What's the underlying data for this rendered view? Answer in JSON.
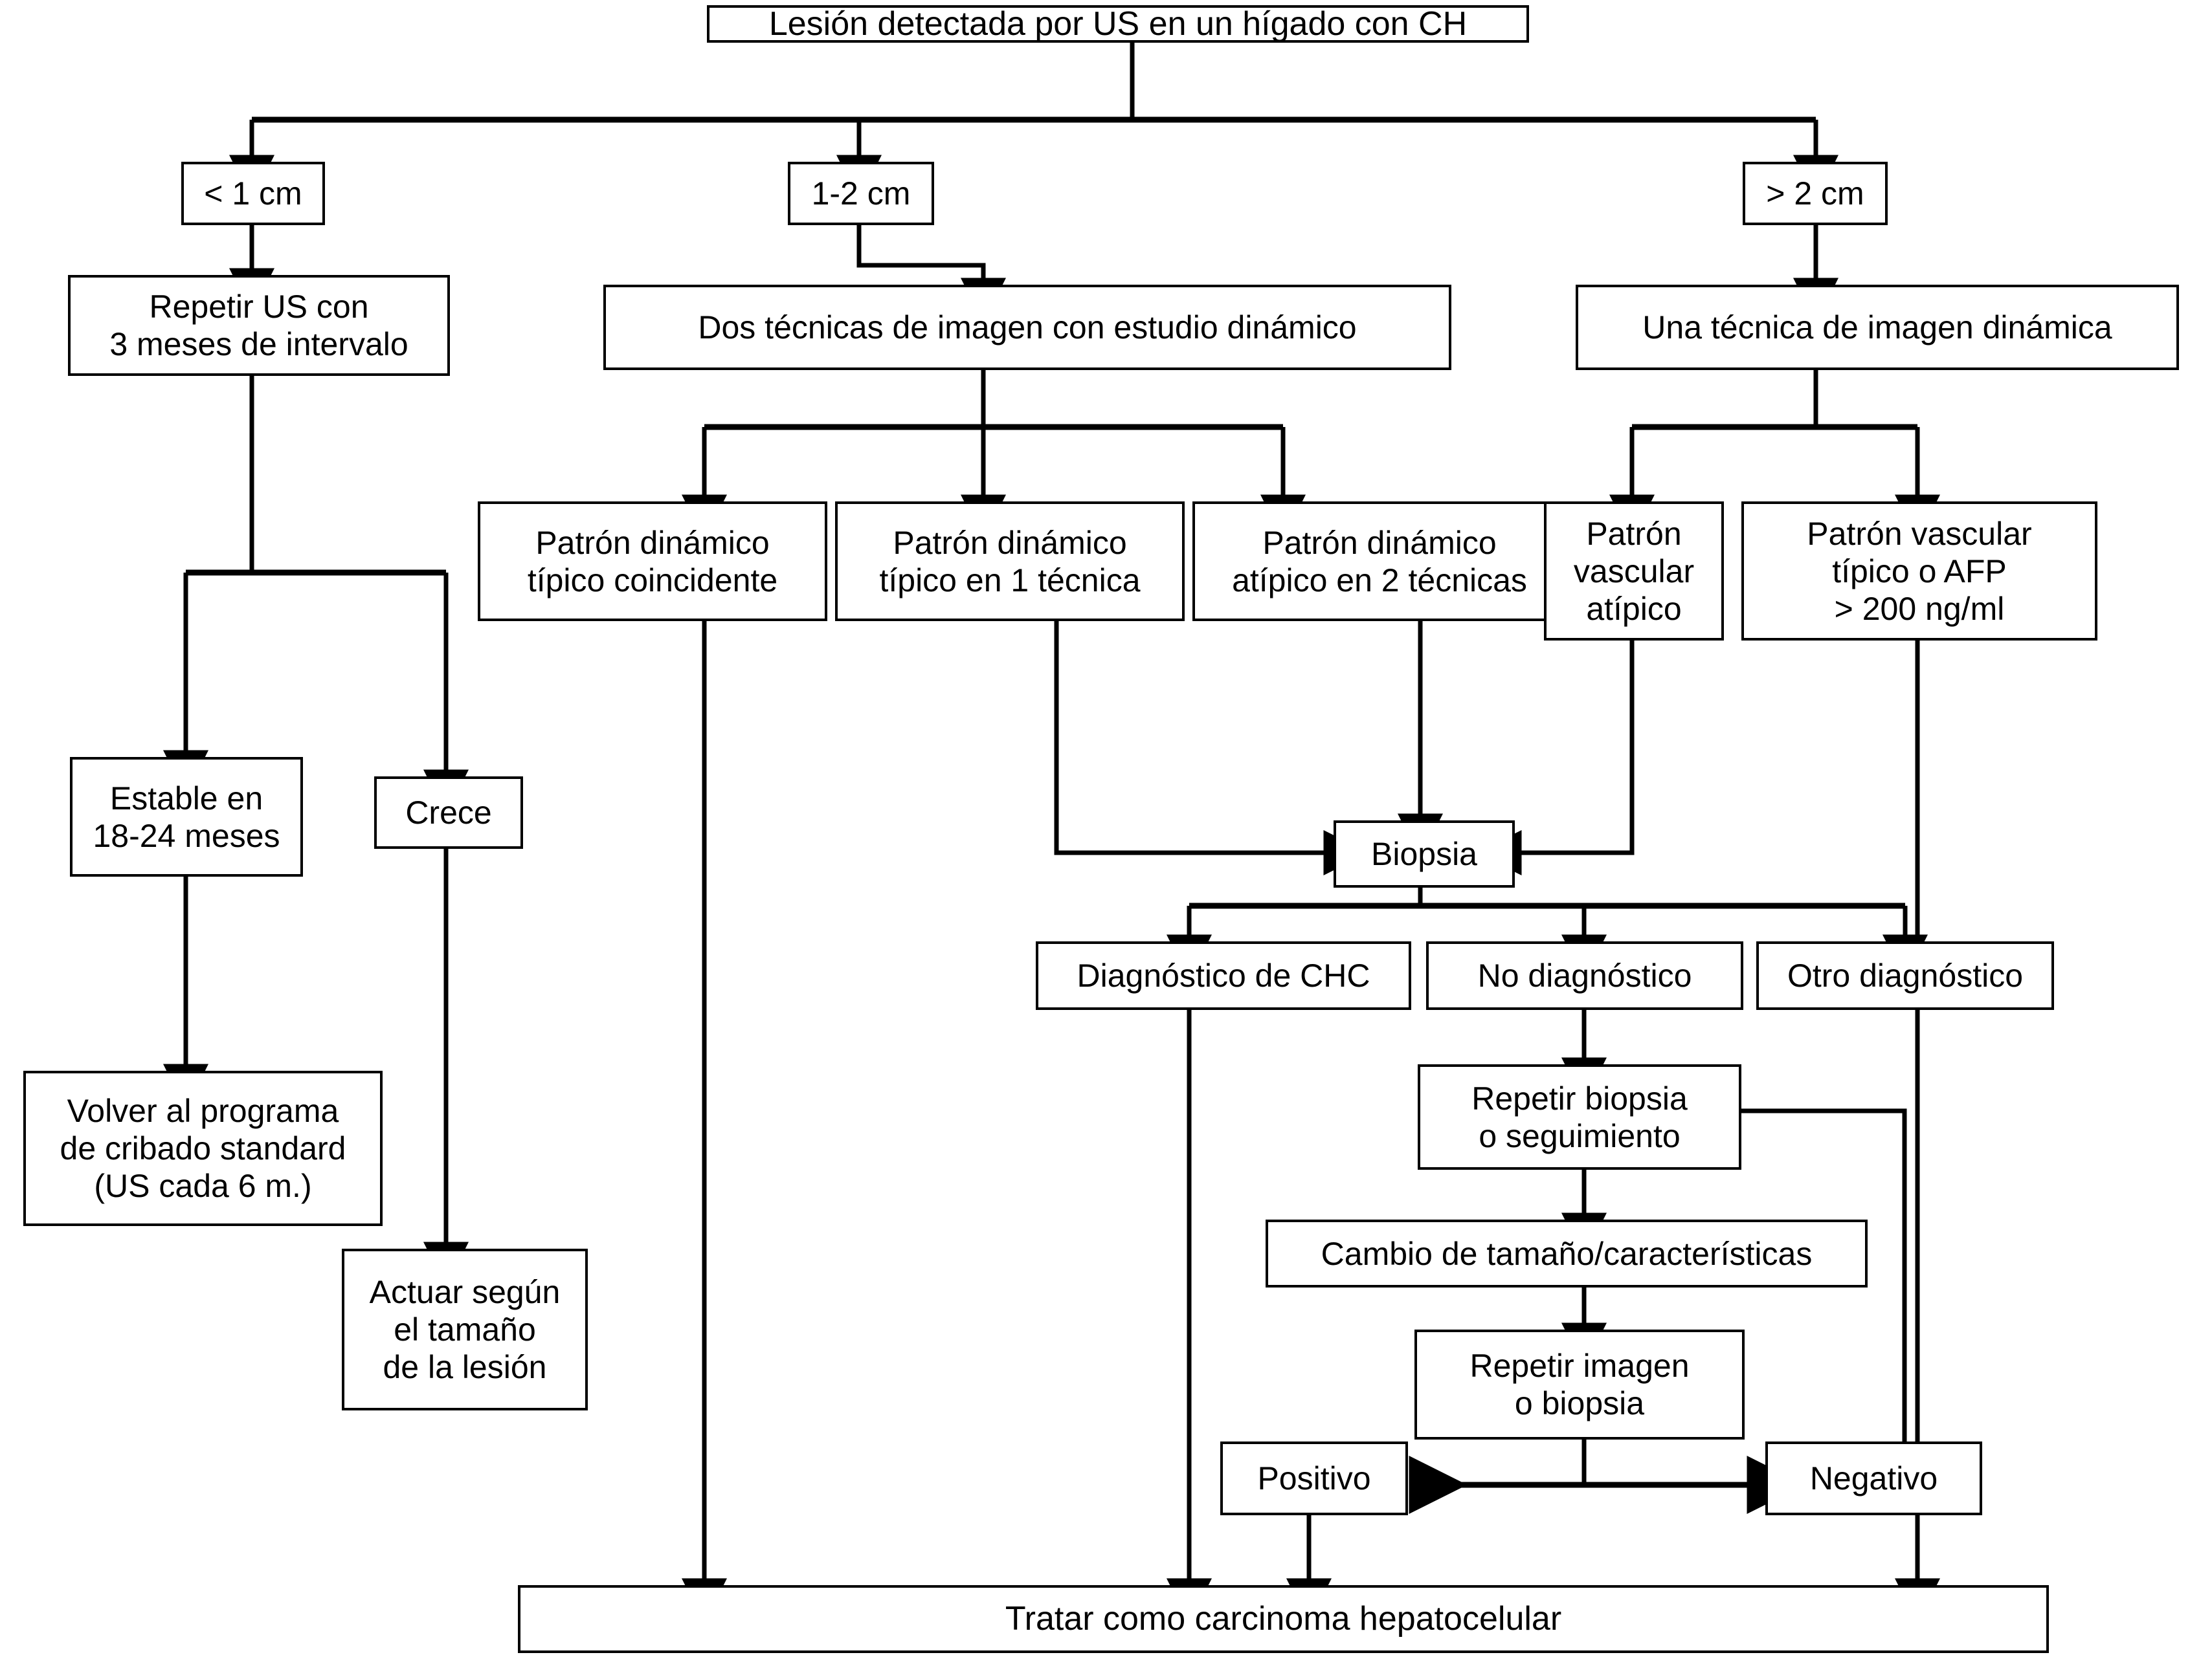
{
  "diagram": {
    "title": "Algoritmo diagnóstico de lesión hepática en hígado con cirrosis",
    "language": "es",
    "line_color": "#000000",
    "box_fill": "#ffffff",
    "text_color": "#000000",
    "nodes": {
      "root": "Lesión detectada por US en un hígado con CH",
      "size_lt1": "< 1 cm",
      "size_1_2": "1-2 cm",
      "size_gt2": "> 2 cm",
      "repetir_us": "Repetir US con\n3 meses de intervalo",
      "dos_tecnicas": "Dos técnicas de imagen con estudio dinámico",
      "una_tecnica": "Una técnica de imagen dinámica",
      "patron_coincidente": "Patrón dinámico\ntípico coincidente",
      "patron_1_tecnica": "Patrón dinámico\ntípico en 1 técnica",
      "patron_atipico_2": "Patrón dinámico\natípico en 2 técnicas",
      "patron_vascular_atipico": "Patrón\nvascular\natípico",
      "patron_vascular_tipico": "Patrón vascular\ntípico o AFP\n> 200 ng/ml",
      "estable": "Estable en\n18-24 meses",
      "crece": "Crece",
      "volver_programa": "Volver al programa\nde cribado standard\n(US cada 6 m.)",
      "actuar_segun": "Actuar según\nel tamaño\nde la lesión",
      "biopsia": "Biopsia",
      "diagnostico_chc": "Diagnóstico de CHC",
      "no_diagnostico": "No diagnóstico",
      "otro_diagnostico": "Otro diagnóstico",
      "repetir_biopsia": "Repetir biopsia\no seguimiento",
      "cambio_tamano": "Cambio de tamaño/características",
      "repetir_imagen": "Repetir imagen\no biopsia",
      "positivo": "Positivo",
      "negativo": "Negativo",
      "tratar": "Tratar como carcinoma hepatocelular"
    }
  }
}
